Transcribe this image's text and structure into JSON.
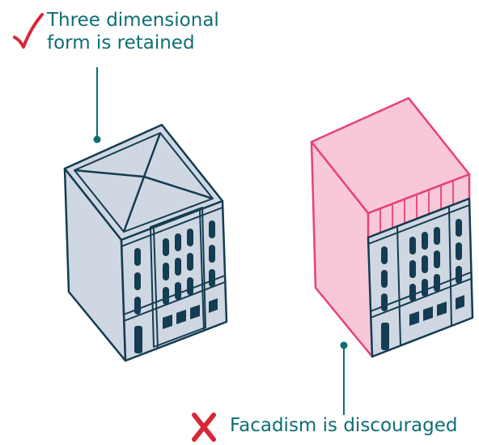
{
  "annotations": {
    "retained": {
      "mark": "check-mark",
      "line1": "Three dimensional",
      "line2": "form is retained"
    },
    "facadism": {
      "mark": "x-mark",
      "text": "Facadism is discouraged"
    }
  },
  "colors": {
    "outline": "#143c52",
    "body_fill": "#cfd7e2",
    "window": "#143c52",
    "callout_line": "#0f6d75",
    "caption_text": "#0f6d75",
    "pink_fill": "#f9c8d8",
    "pink_outline": "#e8417a",
    "mark_red": "#d62839"
  }
}
